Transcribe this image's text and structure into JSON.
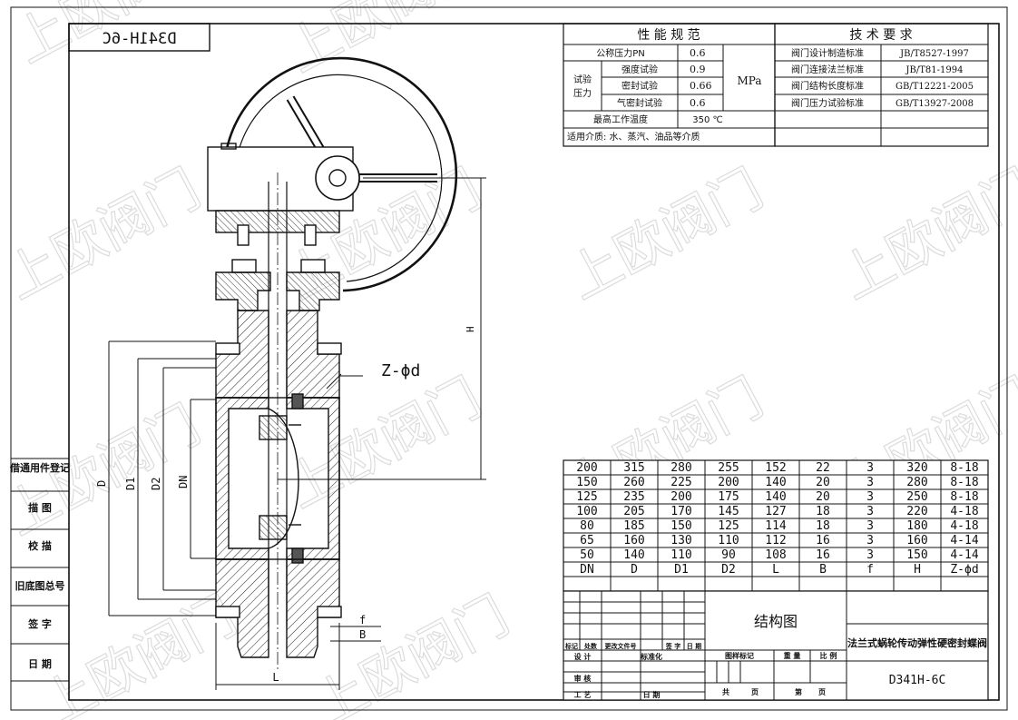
{
  "drawing_code_mirrored": "D341H-6C",
  "watermark": "上欧阀门",
  "perf_table": {
    "title": "性 能 规 范",
    "rows": [
      {
        "label": "公称压力PN",
        "value": "0.6"
      },
      {
        "label": "强度试验",
        "value": "0.9"
      },
      {
        "label": "密封试验",
        "value": "0.66"
      },
      {
        "label": "气密封试验",
        "value": "0.6"
      }
    ],
    "test_group_label_1": "试验",
    "test_group_label_2": "压力",
    "unit": "MPa",
    "max_temp_label": "最高工作温度",
    "max_temp_value": "350 ℃",
    "medium": "适用介质: 水、蒸汽、油品等介质"
  },
  "tech_table": {
    "title": "技 术 要 求",
    "rows": [
      {
        "label": "阀门设计制造标准",
        "value": "JB/T8527-1997"
      },
      {
        "label": "阀门连接法兰标准",
        "value": "JB/T81-1994"
      },
      {
        "label": "阀门结构长度标准",
        "value": "GB/T12221-2005"
      },
      {
        "label": "阀门压力试验标准",
        "value": "GB/T13927-2008"
      }
    ]
  },
  "left_stamps": [
    "借通用件登记",
    "描 图",
    "校 描",
    "旧底图总号",
    "签 字",
    "日 期"
  ],
  "drawing_labels": {
    "z_phi_d": "Z-ϕd",
    "H": "H",
    "D": "D",
    "D1": "D1",
    "D2": "D2",
    "DN": "DN",
    "L": "L",
    "f": "f",
    "B": "B"
  },
  "dim_table": {
    "headers": [
      "DN",
      "D",
      "D1",
      "D2",
      "L",
      "B",
      "f",
      "H",
      "Z-ϕd"
    ],
    "rows": [
      [
        "200",
        "315",
        "280",
        "255",
        "152",
        "22",
        "3",
        "320",
        "8-18"
      ],
      [
        "150",
        "260",
        "225",
        "200",
        "140",
        "20",
        "3",
        "280",
        "8-18"
      ],
      [
        "125",
        "235",
        "200",
        "175",
        "140",
        "20",
        "3",
        "250",
        "8-18"
      ],
      [
        "100",
        "205",
        "170",
        "145",
        "127",
        "18",
        "3",
        "220",
        "4-18"
      ],
      [
        "80",
        "185",
        "150",
        "125",
        "114",
        "18",
        "3",
        "180",
        "4-18"
      ],
      [
        "65",
        "160",
        "130",
        "110",
        "112",
        "16",
        "3",
        "160",
        "4-14"
      ],
      [
        "50",
        "140",
        "110",
        "90",
        "108",
        "16",
        "3",
        "150",
        "4-14"
      ]
    ]
  },
  "title_block": {
    "drawing_name": "结构图",
    "product_name": "法兰式蜗轮传动弹性硬密封蝶阀",
    "model": "D341H-6C",
    "rev_cols": [
      "标记",
      "处数",
      "更改文件号",
      "签 字",
      "日 期"
    ],
    "design": "设 计",
    "standardization": "标准化",
    "review": "审 核",
    "process": "工 艺",
    "date": "日 期",
    "stage_mark": "图样标记",
    "weight": "重 量",
    "scale": "比 例",
    "total": "共",
    "page": "页",
    "sheet_no": "第",
    "sheet_page": "页"
  }
}
